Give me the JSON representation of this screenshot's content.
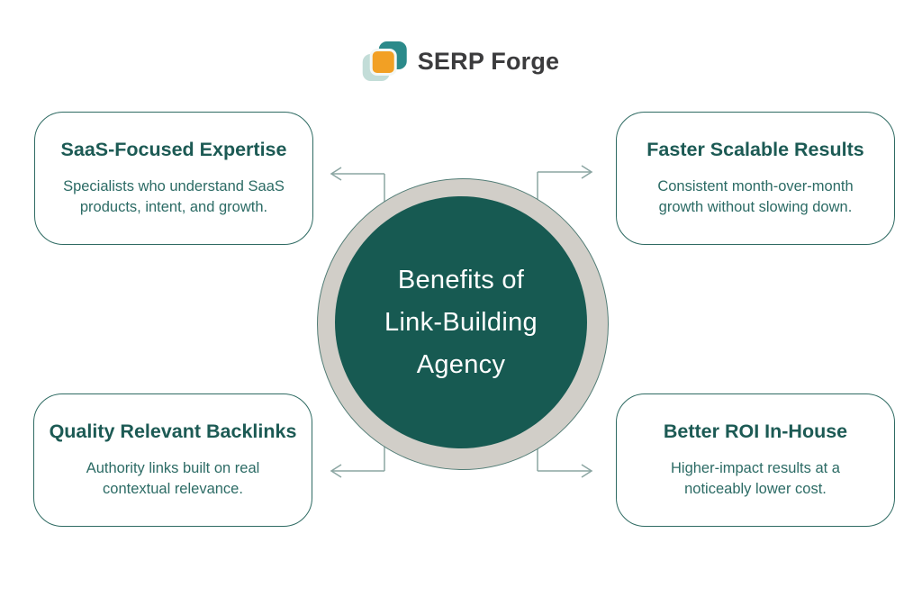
{
  "brand": {
    "name": "SERP Forge",
    "logo_colors": {
      "teal": "#2b8a8a",
      "pale_teal": "#c3ddd8",
      "orange": "#f2a024"
    }
  },
  "center": {
    "line1": "Benefits of",
    "line2": "Link-Building",
    "line3": "Agency"
  },
  "cards": [
    {
      "position": "top-left",
      "title": "SaaS-Focused Expertise",
      "body_line1": "Specialists who understand SaaS",
      "body_line2": "products, intent, and growth."
    },
    {
      "position": "top-right",
      "title": "Faster Scalable Results",
      "body_line1": "Consistent month-over-month",
      "body_line2": "growth without slowing down."
    },
    {
      "position": "bottom-left",
      "title": "Quality Relevant Backlinks",
      "body_line1": "Authority links built on real",
      "body_line2": "contextual relevance."
    },
    {
      "position": "bottom-right",
      "title": "Better ROI In-House",
      "body_line1": "Higher-impact results at a",
      "body_line2": "noticeably lower cost."
    }
  ],
  "colors": {
    "background": "#ffffff",
    "circle_fill": "#175a52",
    "circle_ring": "#d1cec8",
    "ring_outline": "#527d76",
    "card_border": "#2f6b63",
    "title_text": "#1c5a54",
    "body_text": "#2c6b65",
    "connector": "#8ba5a2",
    "center_text": "#ffffff",
    "logo_text": "#3b3b3d"
  }
}
